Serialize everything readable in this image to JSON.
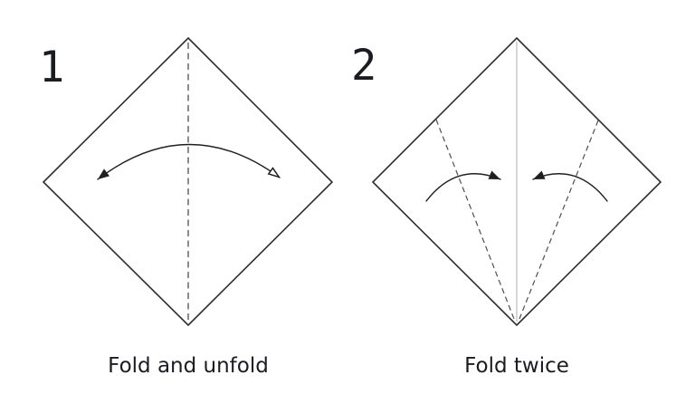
{
  "palette": {
    "background": "#ffffff",
    "outline": "#2e2e2e",
    "dash": "#4f4f4f",
    "crease": "#c6c6c6",
    "arrow": "#1f1f1f",
    "text": "#1b1b22"
  },
  "steps": [
    {
      "number": "1",
      "caption": "Fold and unfold",
      "icons": [
        "fold-and-unfold-arrow-icon",
        "valley-fold-dashed-line"
      ]
    },
    {
      "number": "2",
      "caption": "Fold twice",
      "icons": [
        "fold-arrow-right-icon",
        "fold-arrow-left-icon",
        "center-crease-line",
        "valley-fold-dashed-line-left",
        "valley-fold-dashed-line-right"
      ]
    }
  ]
}
